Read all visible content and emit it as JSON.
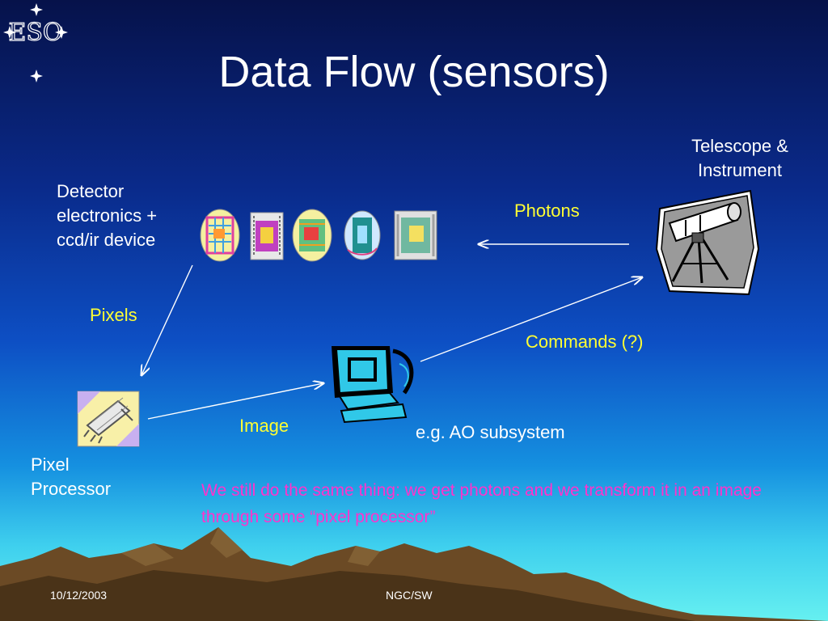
{
  "logo": {
    "text": "ESO"
  },
  "title": "Data Flow (sensors)",
  "labels": {
    "telescope": [
      "Telescope &",
      "Instrument"
    ],
    "detector": [
      "Detector",
      "electronics +",
      "ccd/ir device"
    ],
    "pixel_processor": [
      "Pixel",
      "Processor"
    ]
  },
  "edges": {
    "photons": "Photons",
    "pixels": "Pixels",
    "image": "Image",
    "commands": "Commands (?)"
  },
  "computer_caption": "e.g. AO subsystem",
  "note": "We still do the same thing: we get photons and we transform it in an image through some “pixel processor”",
  "footer": {
    "date": "10/12/2003",
    "center": "NGC/SW"
  },
  "icons": [
    "eso-logo-icon",
    "circuit-board-icon",
    "telescope-icon",
    "computer-icon",
    "chip-icon"
  ]
}
